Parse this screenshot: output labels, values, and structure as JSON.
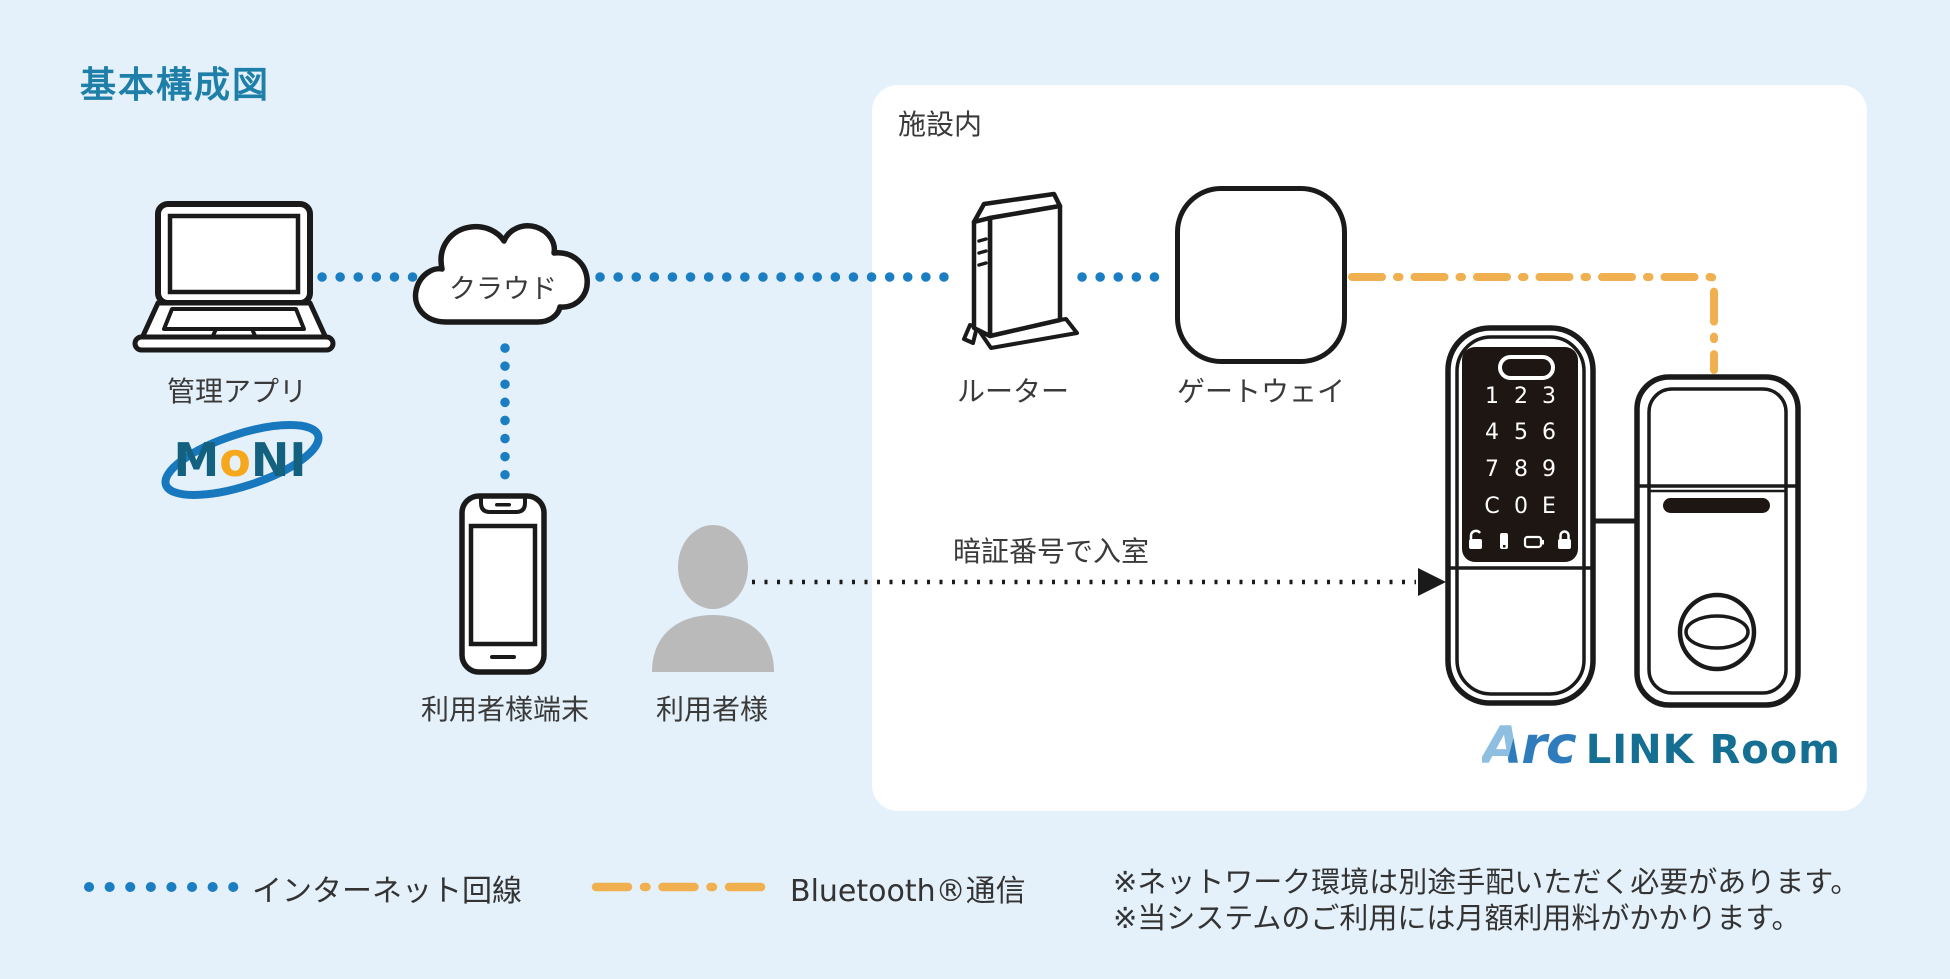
{
  "title": "基本構成図",
  "facility": {
    "label": "施設内"
  },
  "nodes": {
    "admin_app": {
      "label": "管理アプリ"
    },
    "cloud": {
      "label": "クラウド"
    },
    "user_device": {
      "label": "利用者様端末"
    },
    "user": {
      "label": "利用者様"
    },
    "router": {
      "label": "ルーター"
    },
    "gateway": {
      "label": "ゲートウェイ"
    }
  },
  "moni_logo": {
    "m": "M",
    "o": "o",
    "ni": "NI"
  },
  "arc_logo": {
    "arc": "Arc",
    "rest": "LINK Room"
  },
  "pin_entry": {
    "label": "暗証番号で入室"
  },
  "lock": {
    "keys": [
      "1",
      "2",
      "3",
      "4",
      "5",
      "6",
      "7",
      "8",
      "9",
      "C",
      "0",
      "E"
    ],
    "status_icons": [
      "unlock-icon",
      "phone-icon",
      "battery-icon",
      "lock-icon"
    ]
  },
  "legend": {
    "internet": {
      "label": "インターネット回線",
      "color": "#1B7EC3"
    },
    "bluetooth": {
      "label": "Bluetooth®通信",
      "color": "#F1B04F"
    }
  },
  "notes": [
    "※ネットワーク環境は別途手配いただく必要があります。",
    "※当システムのご利用には月額利用料がかかります。"
  ],
  "colors": {
    "background": "#E4F1FA",
    "title": "#1E7FA9",
    "line_black": "#1A1A1A",
    "person_gray": "#BABABA",
    "lock_panel": "#1E1613"
  }
}
